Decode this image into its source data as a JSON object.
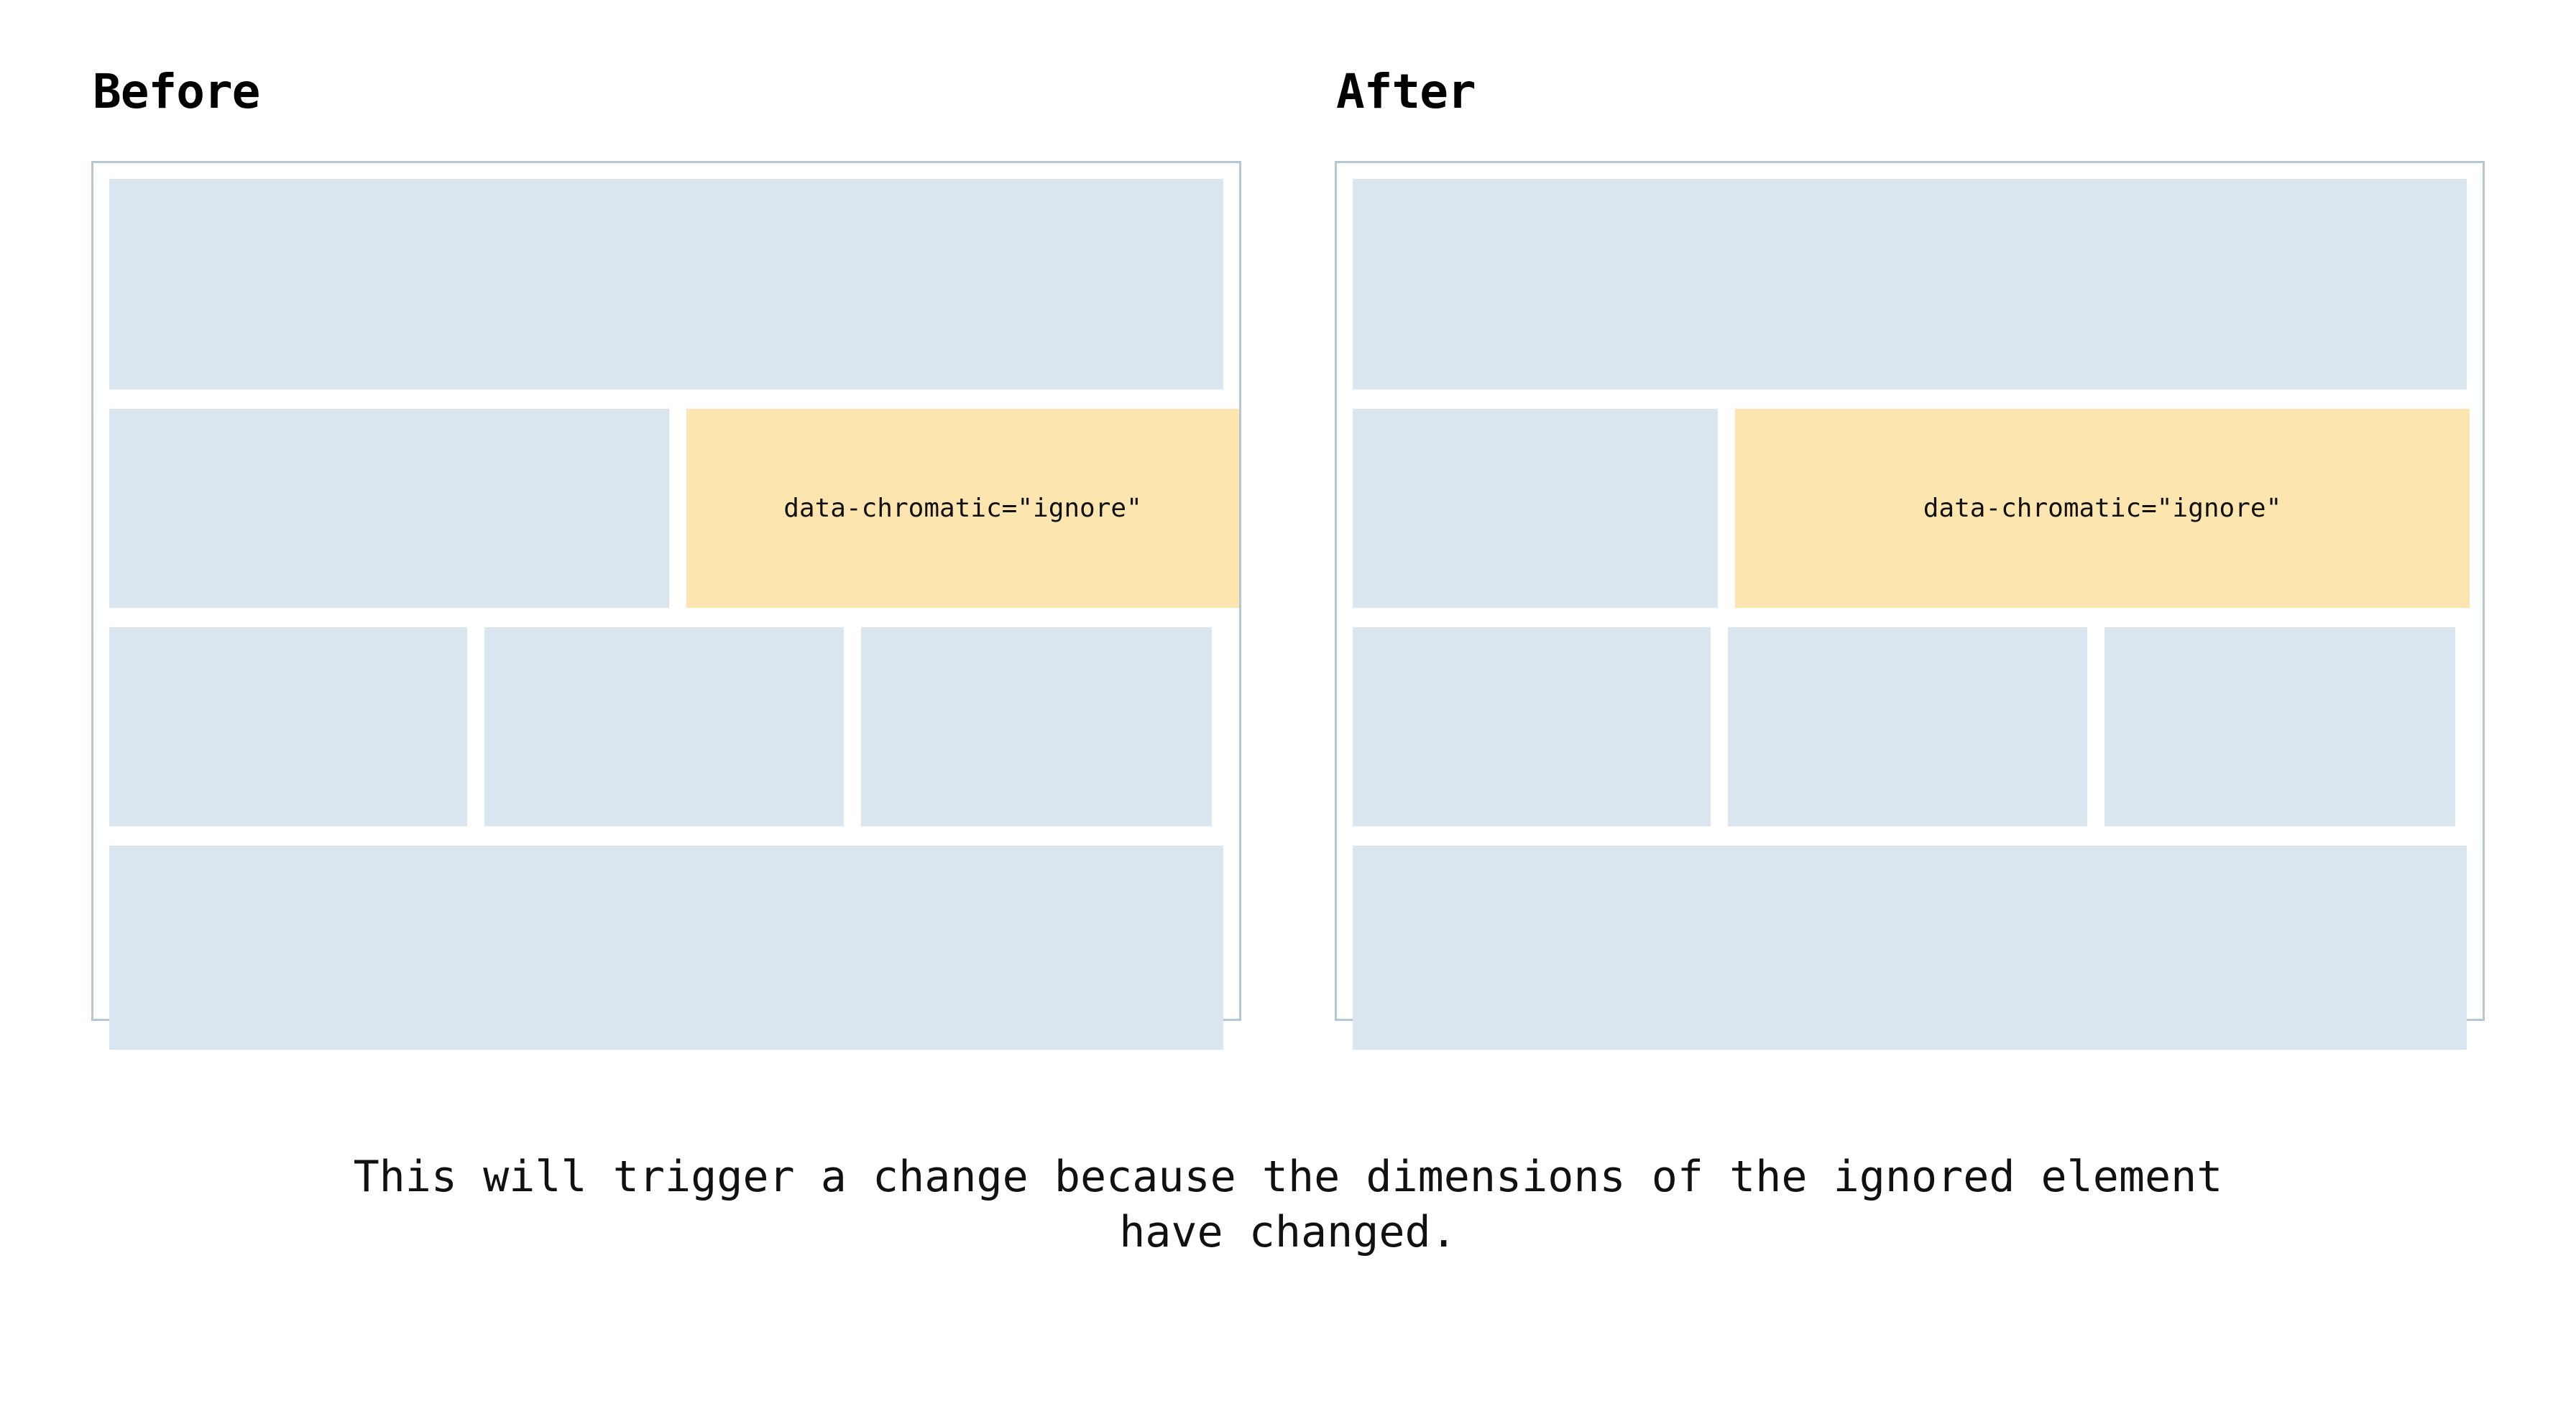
{
  "colors": {
    "placeholder_block": "#dae6ef",
    "ignored_block": "#fde5b0",
    "panel_border": "#b6c7d3",
    "background": "#ffffff",
    "text": "#111111"
  },
  "comparison": {
    "before": {
      "title": "Before",
      "rows": [
        {
          "blocks": [
            {
              "kind": "placeholder"
            }
          ]
        },
        {
          "blocks": [
            {
              "kind": "placeholder"
            },
            {
              "kind": "ignored",
              "label": "data-chromatic=\"ignore\""
            }
          ]
        },
        {
          "blocks": [
            {
              "kind": "placeholder"
            },
            {
              "kind": "placeholder"
            },
            {
              "kind": "placeholder"
            }
          ]
        },
        {
          "blocks": [
            {
              "kind": "placeholder"
            }
          ]
        }
      ]
    },
    "after": {
      "title": "After",
      "rows": [
        {
          "blocks": [
            {
              "kind": "placeholder"
            }
          ]
        },
        {
          "blocks": [
            {
              "kind": "placeholder"
            },
            {
              "kind": "ignored",
              "label": "data-chromatic=\"ignore\""
            }
          ]
        },
        {
          "blocks": [
            {
              "kind": "placeholder"
            },
            {
              "kind": "placeholder"
            },
            {
              "kind": "placeholder"
            }
          ]
        },
        {
          "blocks": [
            {
              "kind": "placeholder"
            }
          ]
        }
      ]
    }
  },
  "caption": {
    "text": "This will trigger a change because the dimensions of the ignored element have changed."
  }
}
